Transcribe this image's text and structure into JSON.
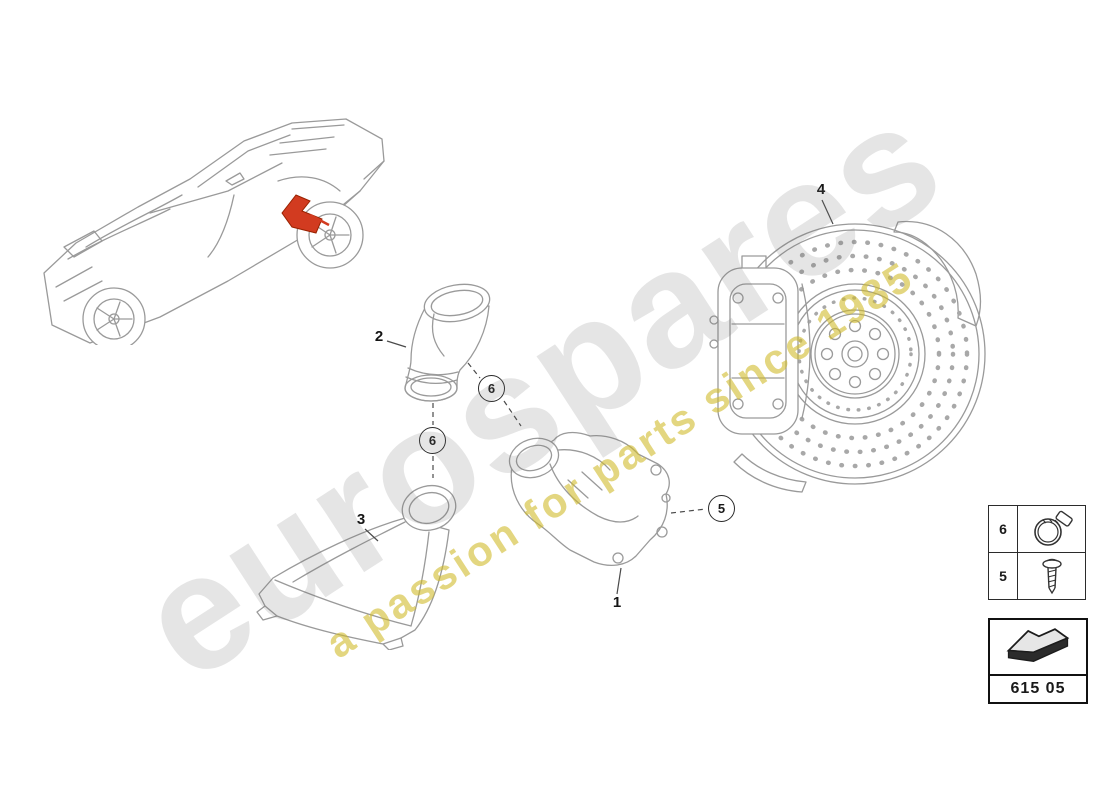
{
  "watermark": {
    "main": "eurospares",
    "tagline": "a passion for parts since 1985"
  },
  "callouts": {
    "part1": "1",
    "part2": "2",
    "part3": "3",
    "part4": "4",
    "clamp_a": "6",
    "clamp_b": "6",
    "screw": "5"
  },
  "legend": {
    "rows": [
      {
        "label": "6",
        "icon": "hose-clamp-icon"
      },
      {
        "label": "5",
        "icon": "screw-icon"
      }
    ]
  },
  "part_code": {
    "number": "615 05",
    "icon": "direction-arrow-icon"
  }
}
